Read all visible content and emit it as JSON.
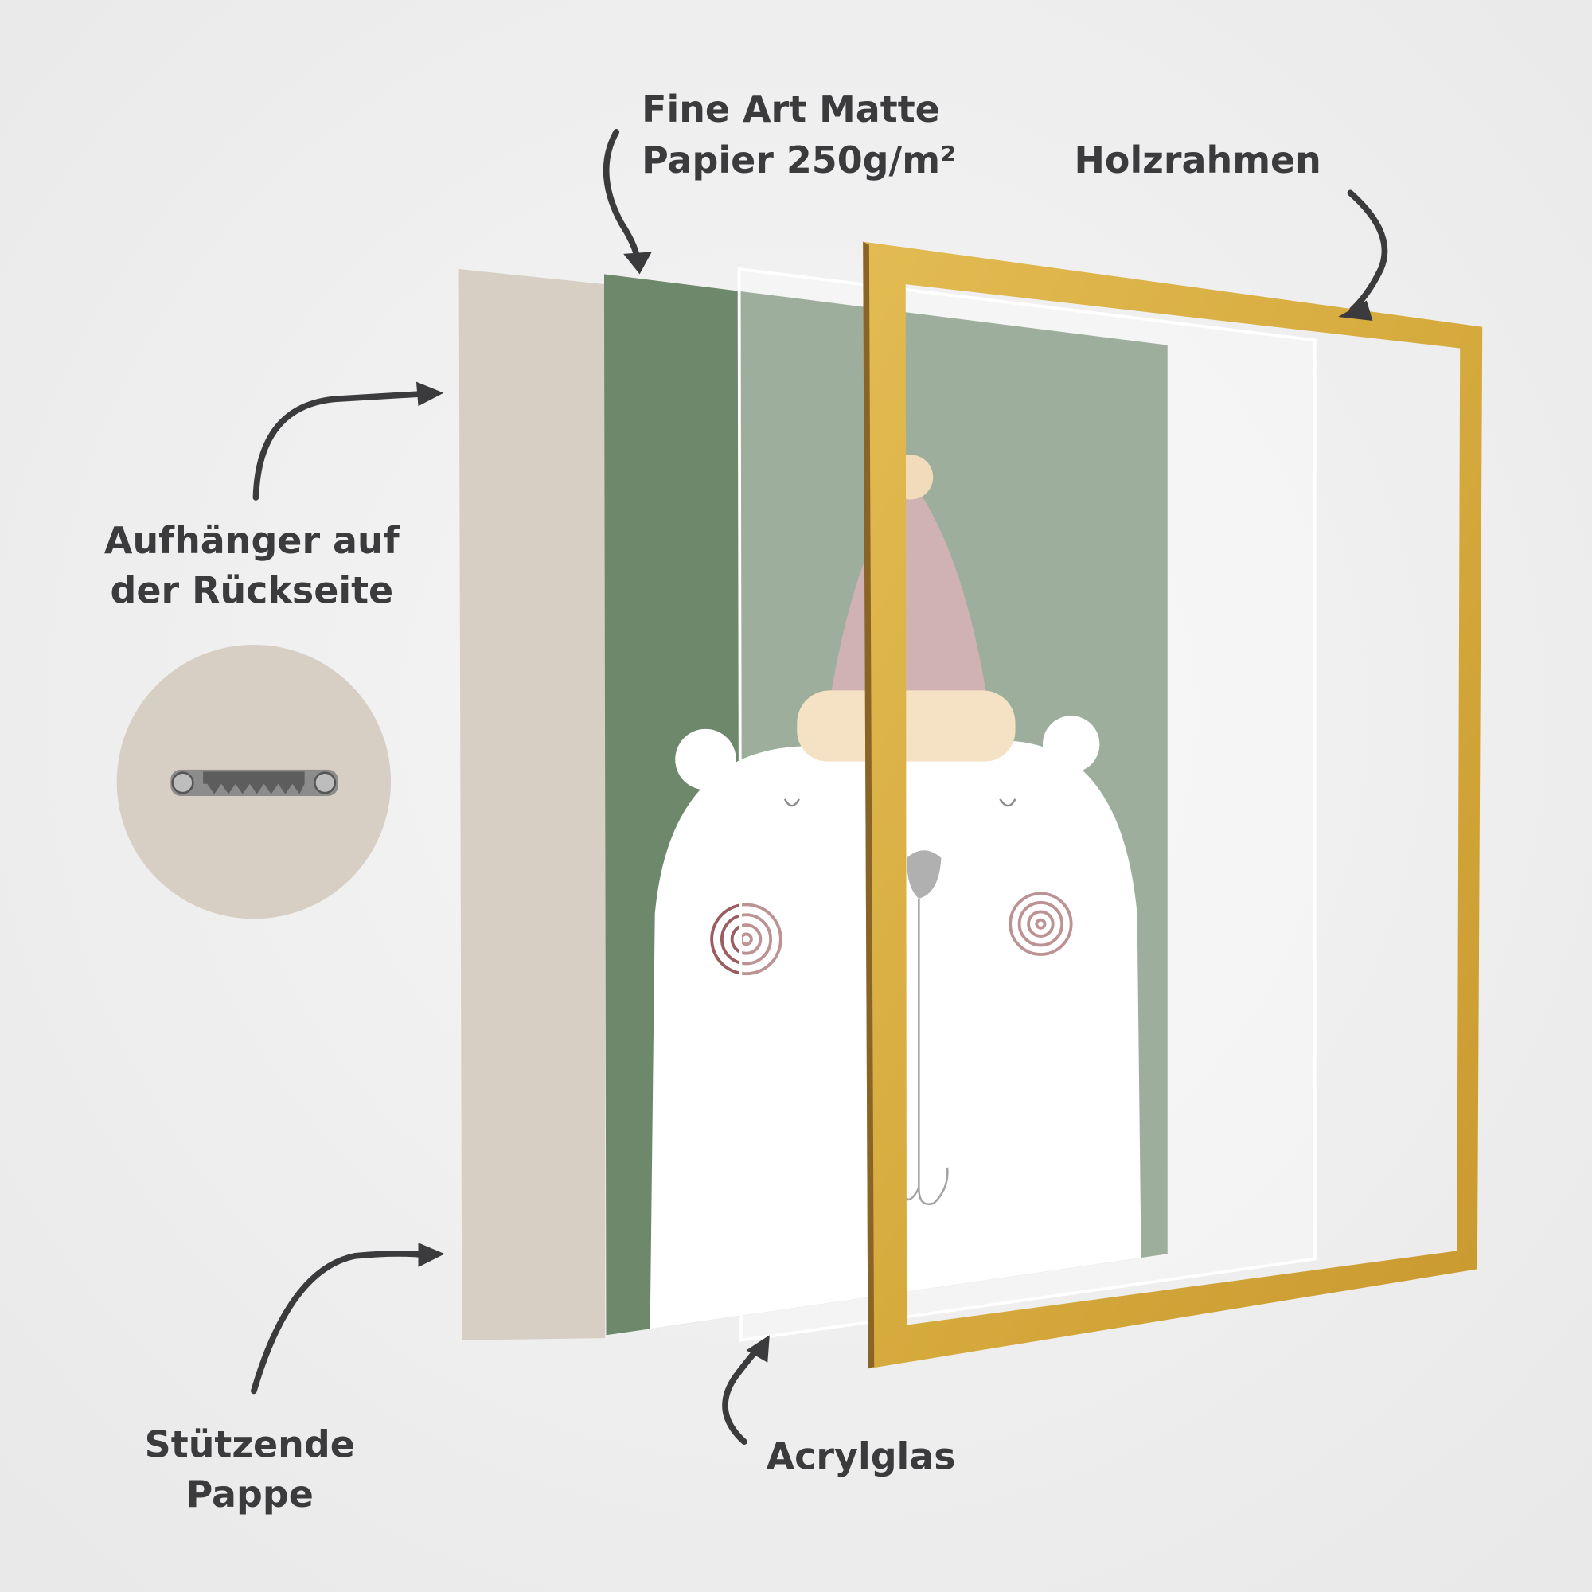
{
  "labels": {
    "paper_line1": "Fine Art Matte",
    "paper_line2": "Papier 250g/m²",
    "frame": "Holzrahmen",
    "hanger_line1": "Aufhänger auf",
    "hanger_line2": "der Rückseite",
    "cardboard_line1": "Stützende",
    "cardboard_line2": "Pappe",
    "acrylic": "Acrylglas"
  },
  "colors": {
    "background": "#efefef",
    "cardboard": "#d8cfc4",
    "paper_green": "#6e886c",
    "frame_gold": "#d6ab3e",
    "hat": "#b98c8c",
    "hat_brim": "#f0d3a6",
    "cheek": "#9b5d5d",
    "text": "#3b3b3d"
  },
  "icons": [
    "curved-arrow-icon",
    "sawtooth-hanger-icon"
  ]
}
